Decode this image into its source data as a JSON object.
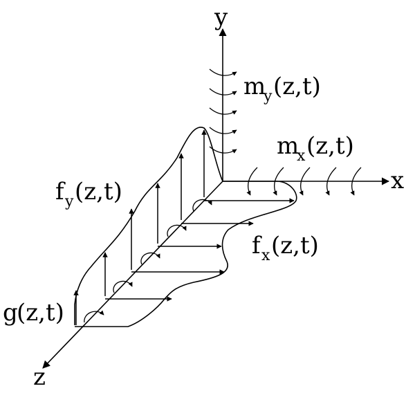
{
  "axes": {
    "x_label": "x",
    "y_label": "y",
    "z_label": "z"
  },
  "labels": {
    "my": {
      "main": "m",
      "sub": "y",
      "args": "(z,t)"
    },
    "mx": {
      "main": "m",
      "sub": "x",
      "args": "(z,t)"
    },
    "fy": {
      "main": "f",
      "sub": "y",
      "args": "(z,t)"
    },
    "fx": {
      "main": "f",
      "sub": "x",
      "args": "(z,t)"
    },
    "g": {
      "main": "g",
      "args": "(z,t)"
    }
  }
}
